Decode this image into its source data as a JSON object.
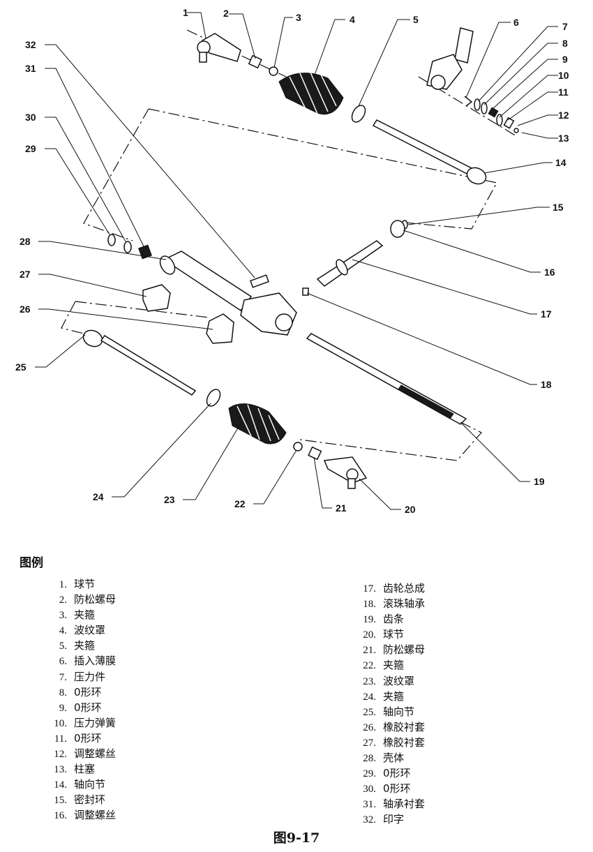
{
  "legend": {
    "title": "图例",
    "left_items": [
      {
        "num": "1.",
        "label": "球节"
      },
      {
        "num": "2.",
        "label": "防松螺母"
      },
      {
        "num": "3.",
        "label": "夹箍"
      },
      {
        "num": "4.",
        "label": "波纹罩"
      },
      {
        "num": "5.",
        "label": "夹箍"
      },
      {
        "num": "6.",
        "label": "插入薄膜"
      },
      {
        "num": "7.",
        "label": "压力件"
      },
      {
        "num": "8.",
        "label": "0形环"
      },
      {
        "num": "9.",
        "label": "0形环"
      },
      {
        "num": "10.",
        "label": "压力弹簧"
      },
      {
        "num": "11.",
        "label": "0形环"
      },
      {
        "num": "12.",
        "label": "调整螺丝"
      },
      {
        "num": "13.",
        "label": "柱塞"
      },
      {
        "num": "14.",
        "label": "轴向节"
      },
      {
        "num": "15.",
        "label": "密封环"
      },
      {
        "num": "16.",
        "label": "调整螺丝"
      }
    ],
    "right_items": [
      {
        "num": "17.",
        "label": "齿轮总成"
      },
      {
        "num": "18.",
        "label": "滚珠轴承"
      },
      {
        "num": "19.",
        "label": "齿条"
      },
      {
        "num": "20.",
        "label": "球节"
      },
      {
        "num": "21.",
        "label": "防松螺母"
      },
      {
        "num": "22.",
        "label": "夹箍"
      },
      {
        "num": "23.",
        "label": "波纹罩"
      },
      {
        "num": "24.",
        "label": "夹箍"
      },
      {
        "num": "25.",
        "label": "轴向节"
      },
      {
        "num": "26.",
        "label": "橡胶衬套"
      },
      {
        "num": "27.",
        "label": "橡胶衬套"
      },
      {
        "num": "28.",
        "label": "壳体"
      },
      {
        "num": "29.",
        "label": "0形环"
      },
      {
        "num": "30.",
        "label": "0形环"
      },
      {
        "num": "31.",
        "label": "轴承衬套"
      },
      {
        "num": "32.",
        "label": "印字"
      }
    ]
  },
  "callouts": [
    "1",
    "2",
    "3",
    "4",
    "5",
    "6",
    "7",
    "8",
    "9",
    "10",
    "11",
    "12",
    "13",
    "14",
    "15",
    "16",
    "17",
    "18",
    "19",
    "20",
    "21",
    "22",
    "23",
    "24",
    "25",
    "26",
    "27",
    "28",
    "29",
    "30",
    "31",
    "32"
  ],
  "caption": "图9-17"
}
